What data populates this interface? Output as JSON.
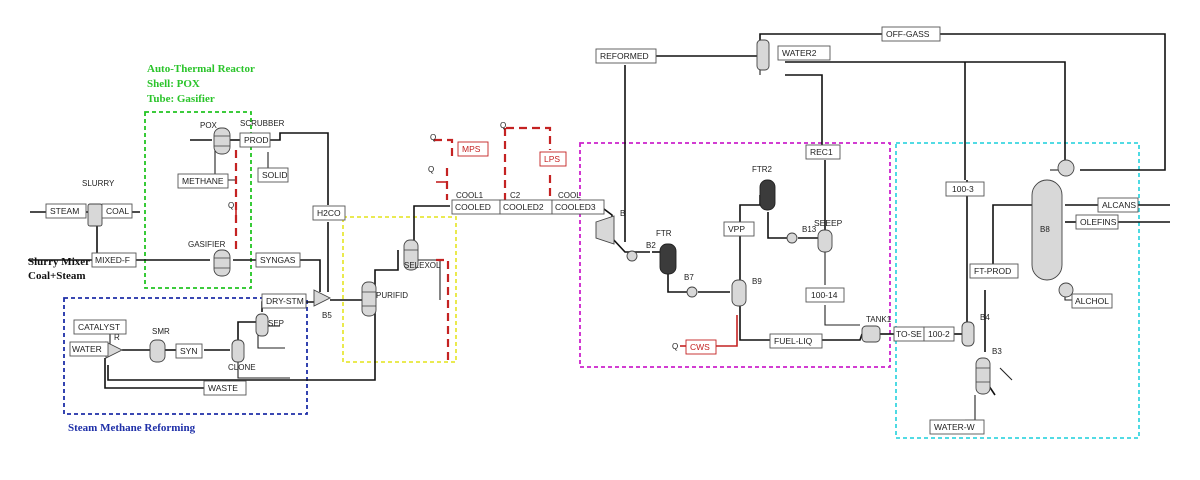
{
  "colors": {
    "green": "#22c422",
    "yellow": "#e8e83a",
    "blue": "#1e2fa8",
    "magenta": "#cc22cc",
    "cyan": "#3ad6e0",
    "red": "#c42222"
  },
  "groups": {
    "atr": {
      "line1": "Auto-Thermal Reactor",
      "line2": "Shell: POX",
      "line3": "Tube: Gasifier"
    },
    "slurry_mixer": {
      "line1": "Slurry Mixer",
      "line2": "Coal+Steam"
    },
    "smr": {
      "title": "Steam Methane Reforming"
    }
  },
  "streams": {
    "steam": "STEAM",
    "coal": "COAL",
    "mixed_f": "MIXED-F",
    "methane": "METHANE",
    "prod": "PROD",
    "solid": "SOLID",
    "syngas": "SYNGAS",
    "h2co": "H2CO",
    "drystm": "DRY-STM",
    "catalyst": "CATALYST",
    "water": "WATER",
    "syn": "SYN",
    "waste": "WASTE",
    "mps": "MPS",
    "lps": "LPS",
    "cooled": "COOLED",
    "cooled2": "COOLED2",
    "cooled3": "COOLED3",
    "reformed": "REFORMED",
    "water2": "WATER2",
    "offgass": "OFF-GASS",
    "rec1": "REC1",
    "vpp": "VPP",
    "seeep": "SEEEP",
    "s100_14": "100-14",
    "s100_3": "100-3",
    "cws": "CWS",
    "fuel_liq": "FUEL-LIQ",
    "tose": "TO-SE",
    "s100_2": "100-2",
    "ft_prod": "FT-PROD",
    "water_w": "WATER-W",
    "alcans": "ALCANS",
    "olefins": "OLEFINS",
    "alchol": "ALCHOL"
  },
  "blocks": {
    "slurry": "SLURRY",
    "pox": "POX",
    "scrubber": "SCRUBBER",
    "gasifier": "GASIFIER",
    "smr": "SMR",
    "cyclone": "CLONE",
    "sep": "SEP",
    "b5": "B5",
    "purifid": "PURIFID",
    "selexol": "SELEXOL",
    "cool1": "COOL1",
    "c2": "C2",
    "cool3": "COOL",
    "b": "B",
    "b2": "B2",
    "ftr": "FTR",
    "b7": "B7",
    "b9": "B9",
    "ftr2": "FTR2",
    "b13": "B13",
    "tank1": "TANK1",
    "b4": "B4",
    "b8": "B8",
    "b3": "B3",
    "wr": "R",
    "q": "Q"
  }
}
